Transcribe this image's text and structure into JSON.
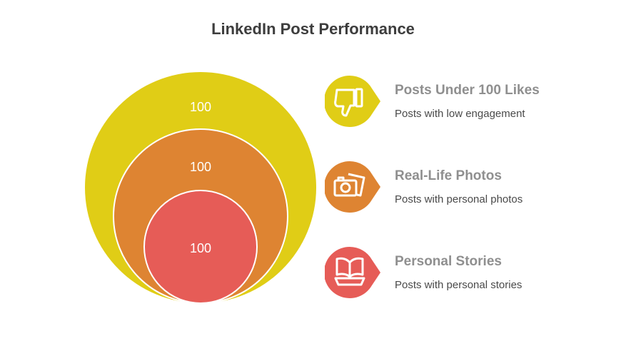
{
  "title": "LinkedIn Post Performance",
  "circles": [
    {
      "value": "100",
      "color": "#e0cd16"
    },
    {
      "value": "100",
      "color": "#de8432"
    },
    {
      "value": "100",
      "color": "#e65c57"
    }
  ],
  "legend": [
    {
      "title": "Posts Under 100 Likes",
      "description": "Posts with low engagement",
      "icon": "thumbs-down-icon",
      "color": "#e0cd16"
    },
    {
      "title": "Real-Life Photos",
      "description": "Posts with personal photos",
      "icon": "camera-photos-icon",
      "color": "#de8432"
    },
    {
      "title": "Personal Stories",
      "description": "Posts with personal stories",
      "icon": "open-book-icon",
      "color": "#e65c57"
    }
  ]
}
